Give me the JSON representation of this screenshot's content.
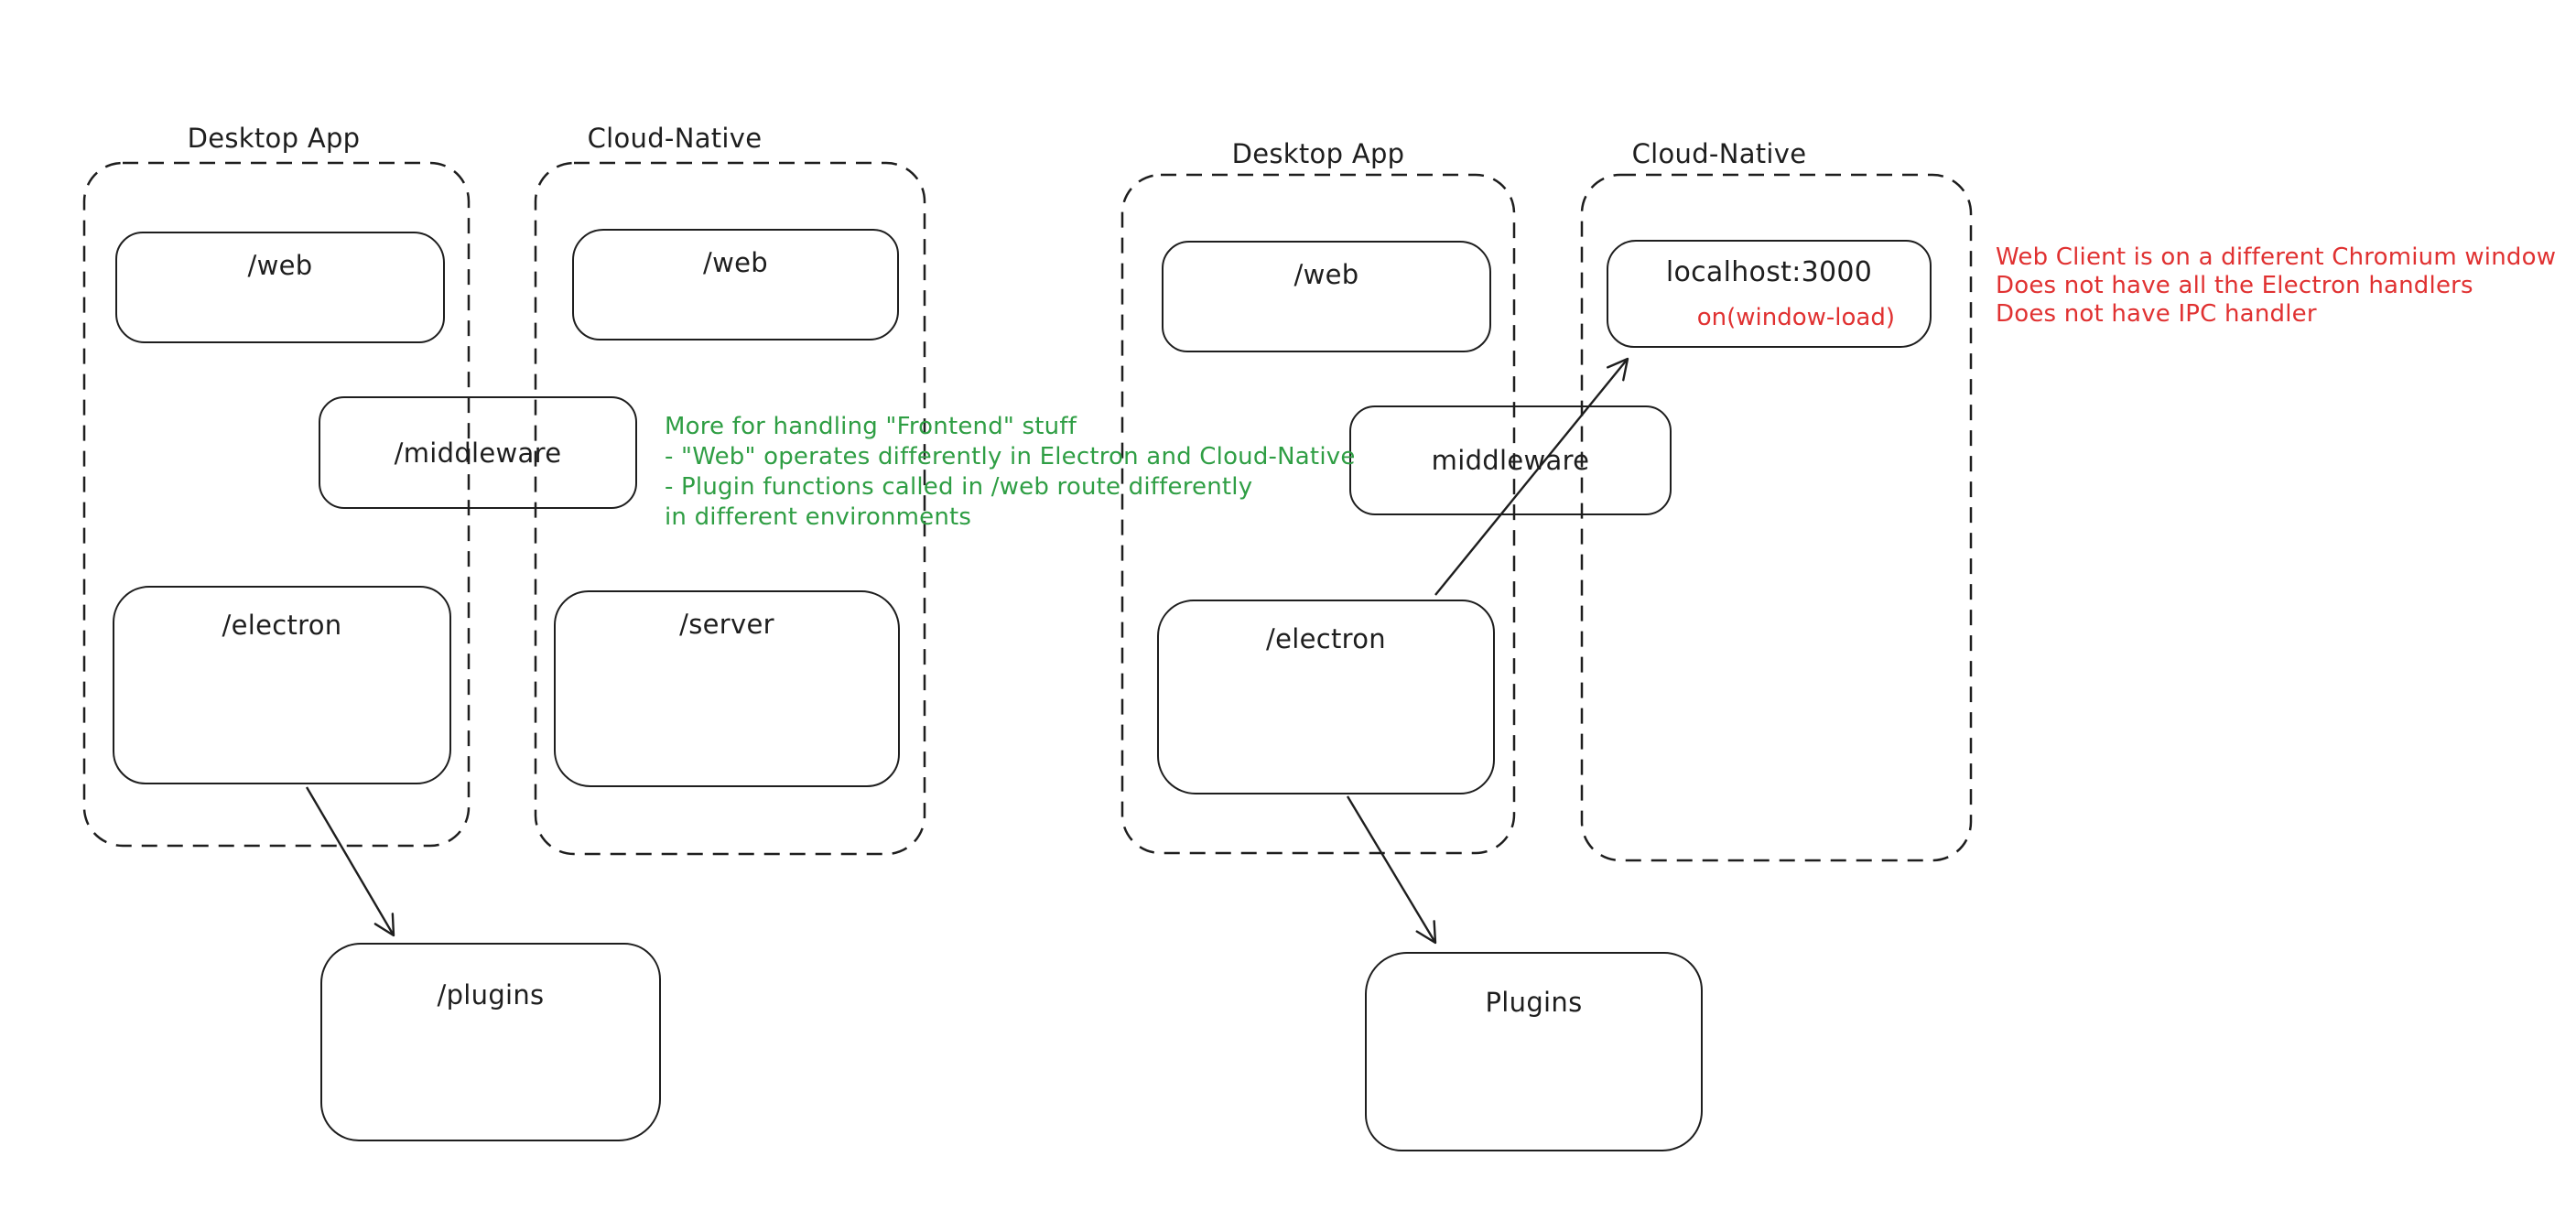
{
  "diagram_title": "Desktop App vs Cloud-Native architecture sketch",
  "colors": {
    "ink": "#1e1e1e",
    "red_accent": "#e03131",
    "green_accent": "#2f9e44",
    "background": "#ffffff"
  },
  "left": {
    "desktop_title": "Desktop App",
    "cloud_title": "Cloud-Native",
    "web_desktop": "/web",
    "web_cloud": "/web",
    "middleware": "/middleware",
    "electron": "/electron",
    "server": "/server",
    "plugins": "/plugins"
  },
  "right": {
    "desktop_title": "Desktop App",
    "cloud_title": "Cloud-Native",
    "web": "/web",
    "localhost": "localhost:3000",
    "window_load": "on(window-load)",
    "middleware": "middleware",
    "electron": "/electron",
    "plugins": "Plugins"
  },
  "notes": {
    "green_lines": [
      "More for handling \"Frontend\" stuff",
      "- \"Web\" operates differently in Electron and Cloud-Native",
      "- Plugin functions called in /web route differently",
      "in different environments"
    ],
    "red_lines": [
      "Web Client is on a different Chromium window",
      "Does not have all the Electron handlers",
      "Does not have IPC handler"
    ]
  }
}
